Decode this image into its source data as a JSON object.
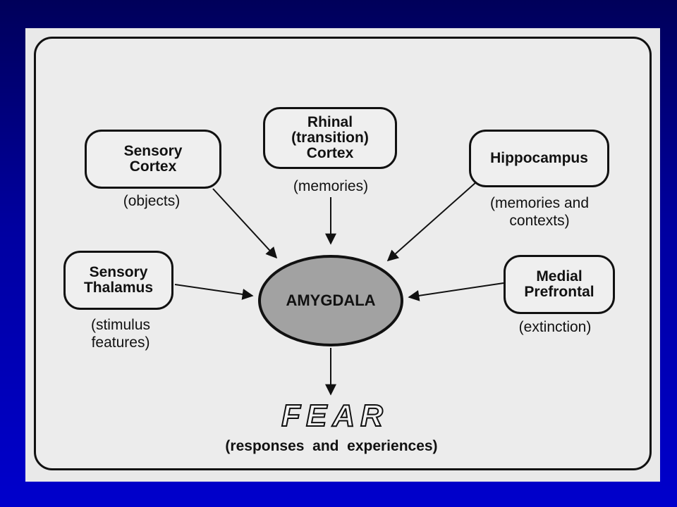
{
  "diagram": {
    "center": "AMYGDALA",
    "nodes": [
      {
        "id": "sensory-cortex",
        "label": "Sensory\nCortex",
        "note": "(objects)"
      },
      {
        "id": "rhinal-cortex",
        "label": "Rhinal\n(transition)\nCortex",
        "note": "(memories)"
      },
      {
        "id": "hippocampus",
        "label": "Hippocampus",
        "note": "(memories  and\ncontexts)"
      },
      {
        "id": "sensory-thalamus",
        "label": "Sensory\nThalamus",
        "note": "(stimulus\n features)"
      },
      {
        "id": "medial-prefrontal",
        "label": "Medial\nPrefrontal",
        "note": "(extinction)"
      }
    ],
    "output": {
      "label": "FEAR",
      "note": "(responses  and  experiences)"
    },
    "edges": [
      {
        "from": "sensory-cortex",
        "to": "AMYGDALA"
      },
      {
        "from": "rhinal-cortex",
        "to": "AMYGDALA"
      },
      {
        "from": "hippocampus",
        "to": "AMYGDALA"
      },
      {
        "from": "sensory-thalamus",
        "to": "AMYGDALA"
      },
      {
        "from": "medial-prefrontal",
        "to": "AMYGDALA"
      },
      {
        "from": "AMYGDALA",
        "to": "FEAR"
      }
    ]
  }
}
